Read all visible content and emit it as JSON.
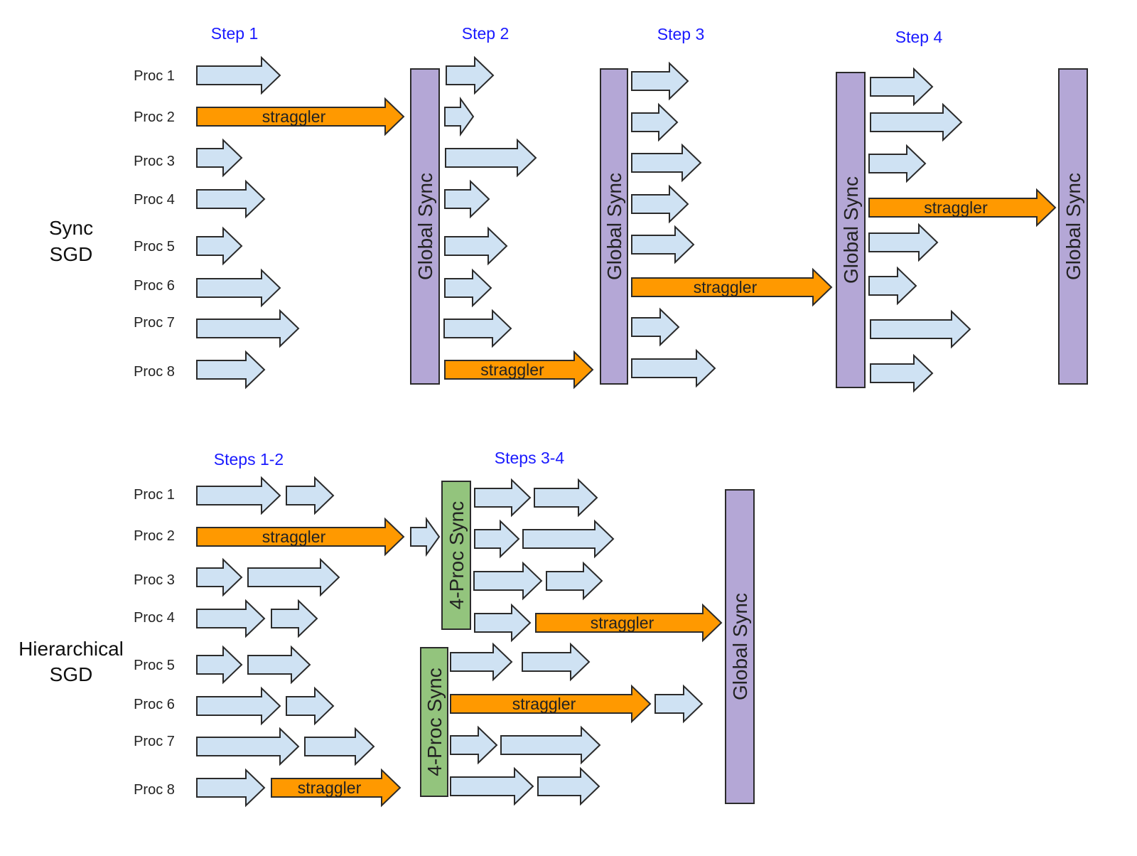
{
  "colors": {
    "step_label": "#1a1aff",
    "normal_arrow": "#cfe2f3",
    "straggler_arrow": "#ff9900",
    "global_sync": "#b4a7d6",
    "local_sync": "#93c47d",
    "outline": "#2b2b2b"
  },
  "panels": [
    {
      "id": "sync",
      "title_lines": [
        "Sync",
        "SGD"
      ],
      "step_labels": [
        "Step 1",
        "Step 2",
        "Step 3",
        "Step 4"
      ],
      "procs": [
        "Proc 1",
        "Proc 2",
        "Proc 3",
        "Proc 4",
        "Proc 5",
        "Proc 6",
        "Proc 7",
        "Proc 8"
      ],
      "sync_label": "Global Sync",
      "straggler_label": "straggler",
      "stragglers": [
        {
          "step": "Step 1",
          "proc": "Proc 2"
        },
        {
          "step": "Step 2",
          "proc": "Proc 8"
        },
        {
          "step": "Step 3",
          "proc": "Proc 6"
        },
        {
          "step": "Step 4",
          "proc": "Proc 4"
        }
      ]
    },
    {
      "id": "hier",
      "title_lines": [
        "Hierarchical",
        "SGD"
      ],
      "step_labels": [
        "Steps 1-2",
        "Steps 3-4"
      ],
      "procs": [
        "Proc 1",
        "Proc 2",
        "Proc 3",
        "Proc 4",
        "Proc 5",
        "Proc 6",
        "Proc 7",
        "Proc 8"
      ],
      "local_sync_label": "4-Proc Sync",
      "global_sync_label": "Global Sync",
      "straggler_label": "straggler",
      "stragglers": [
        {
          "steps": "Steps 1-2",
          "proc": "Proc 2"
        },
        {
          "steps": "Steps 1-2",
          "proc": "Proc 8"
        },
        {
          "steps": "Steps 3-4",
          "proc": "Proc 4"
        },
        {
          "steps": "Steps 3-4",
          "proc": "Proc 6"
        }
      ]
    }
  ]
}
